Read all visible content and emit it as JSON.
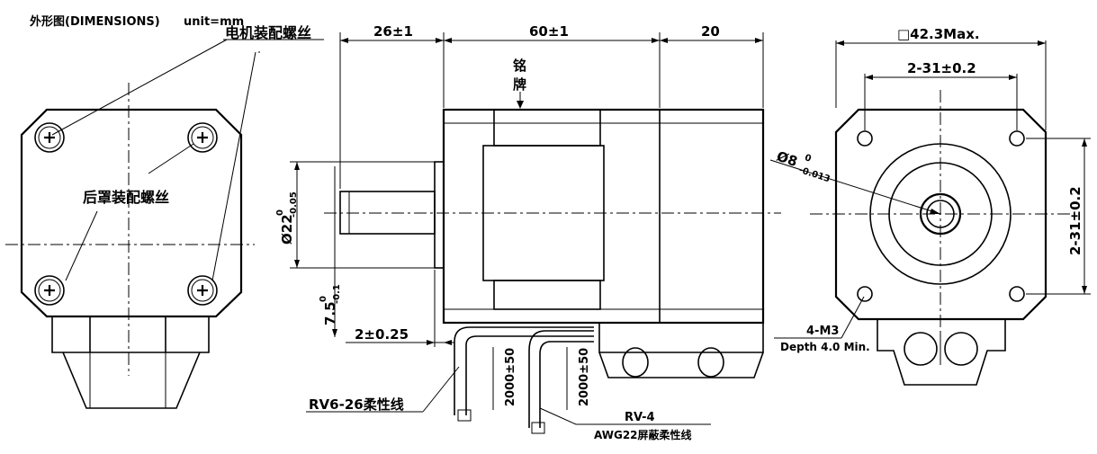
{
  "header": {
    "title": "外形图(DIMENSIONS)",
    "unit": "unit=mm"
  },
  "callouts": {
    "motor_screws": "电机装配螺丝",
    "cover_screws": "后罩装配螺丝",
    "nameplate_1": "铭",
    "nameplate_2": "牌",
    "cable_a": "RV6-26柔性线",
    "cable_b_type": "RV-4",
    "cable_b_spec": "AWG22屏蔽柔性线",
    "mount_holes": "4-M3",
    "mount_depth": "Depth 4.0 Min."
  },
  "dimensions": {
    "shaft_length": "26±1",
    "body_length": "60±1",
    "rear_length": "20",
    "flange_size": "□42.3Max.",
    "hole_pitch_h": "2-31±0.2",
    "hole_pitch_v": "2-31±0.2",
    "shaft_dia": "Ø8",
    "shaft_dia_upper": "0",
    "shaft_dia_lower": "-0.013",
    "pilot_dia": "Ø22",
    "pilot_dia_upper": "0",
    "pilot_dia_lower": "-0.05",
    "pilot_height": "7.5",
    "pilot_height_upper": "0",
    "pilot_height_lower": "-0.1",
    "flange_thickness": "2±0.25",
    "cable_len_a": "2000±50",
    "cable_len_b": "2000±50"
  }
}
